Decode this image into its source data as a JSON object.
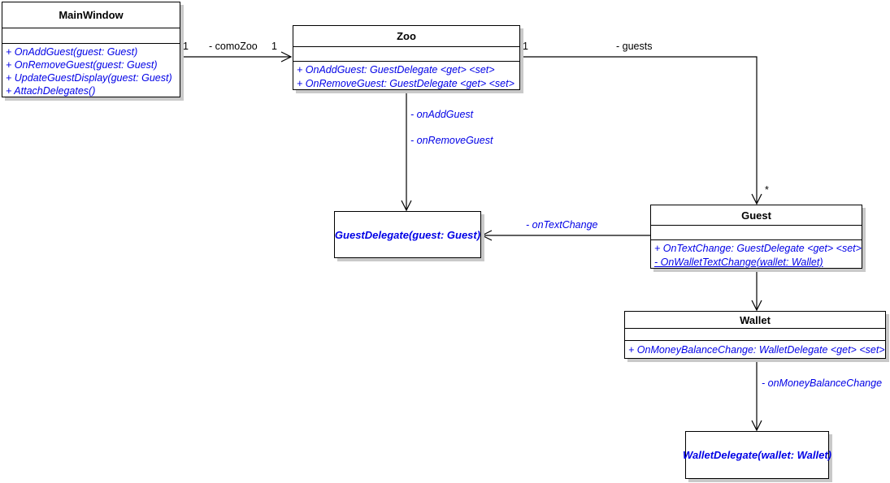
{
  "diagram": {
    "classes": {
      "main_window": {
        "title": "MainWindow",
        "methods": [
          "+ OnAddGuest(guest: Guest)",
          "+ OnRemoveGuest(guest: Guest)",
          "+ UpdateGuestDisplay(guest: Guest)",
          "+ AttachDelegates()"
        ]
      },
      "zoo": {
        "title": "Zoo",
        "members": [
          "+ OnAddGuest: GuestDelegate <get> <set>",
          "+ OnRemoveGuest: GuestDelegate <get> <set>"
        ]
      },
      "guest": {
        "title": "Guest",
        "members": [
          "+ OnTextChange: GuestDelegate <get> <set>",
          "- OnWalletTextChange(wallet: Wallet)"
        ]
      },
      "wallet": {
        "title": "Wallet",
        "members": [
          "+ OnMoneyBalanceChange: WalletDelegate <get> <set>"
        ]
      },
      "guest_delegate": {
        "title": "GuestDelegate(guest: Guest)"
      },
      "wallet_delegate": {
        "title": "WalletDelegate(wallet: Wallet)"
      }
    },
    "edge_labels": {
      "mainwindow_multiplicity": "1",
      "como_zoo_role": "- comoZoo",
      "zoo_multiplicity_left": "1",
      "zoo_multiplicity_right": "1",
      "guests_role": "- guests",
      "guest_multiplicity": "*",
      "on_add_guest": "- onAddGuest",
      "on_remove_guest": "- onRemoveGuest",
      "on_text_change": "- onTextChange",
      "on_money_balance_change": "- onMoneyBalanceChange"
    },
    "colors": {
      "member_text": "#0000e6",
      "title_text": "#000000",
      "box_border": "#000000",
      "shadow": "#c9c9c9",
      "background": "#ffffff"
    }
  }
}
